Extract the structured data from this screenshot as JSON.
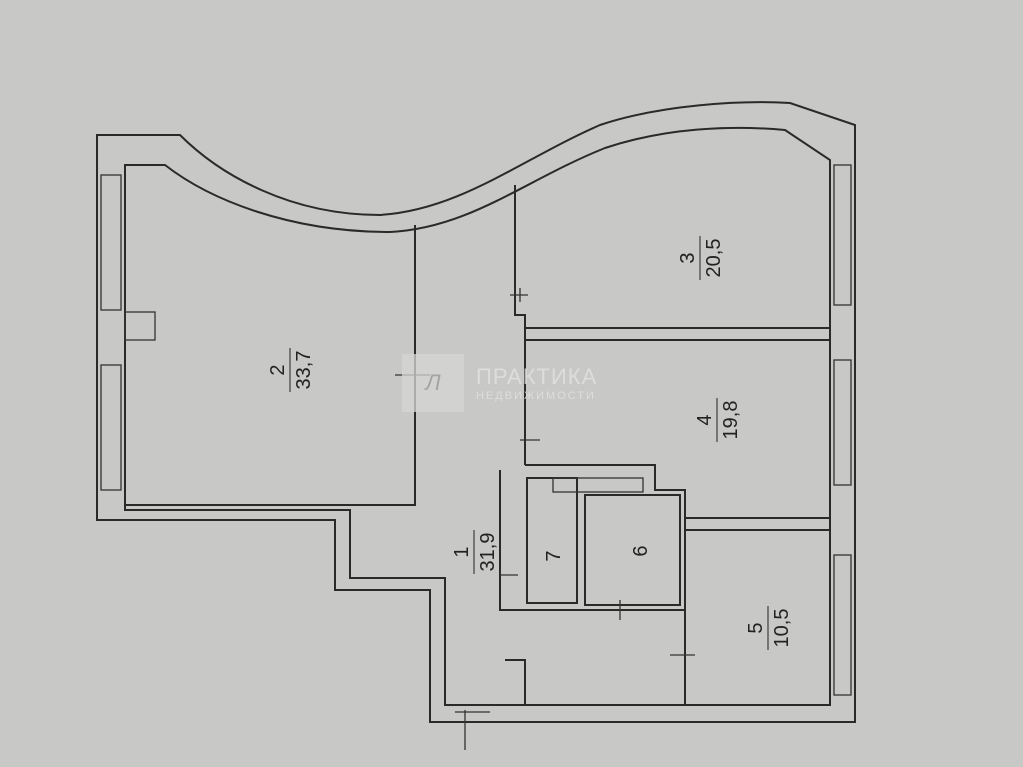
{
  "rooms": [
    {
      "number": "1",
      "area": "31,9"
    },
    {
      "number": "2",
      "area": "33,7"
    },
    {
      "number": "3",
      "area": "20,5"
    },
    {
      "number": "4",
      "area": "19,8"
    },
    {
      "number": "5",
      "area": "10,5"
    },
    {
      "number": "6",
      "area": ""
    },
    {
      "number": "7",
      "area": ""
    }
  ],
  "watermark": {
    "line1": "ПРАКТИКА",
    "line2": "НЕДВИЖИМОСТИ"
  },
  "colors": {
    "paper": "#c8c8c6",
    "ink": "#2a2a2a"
  }
}
